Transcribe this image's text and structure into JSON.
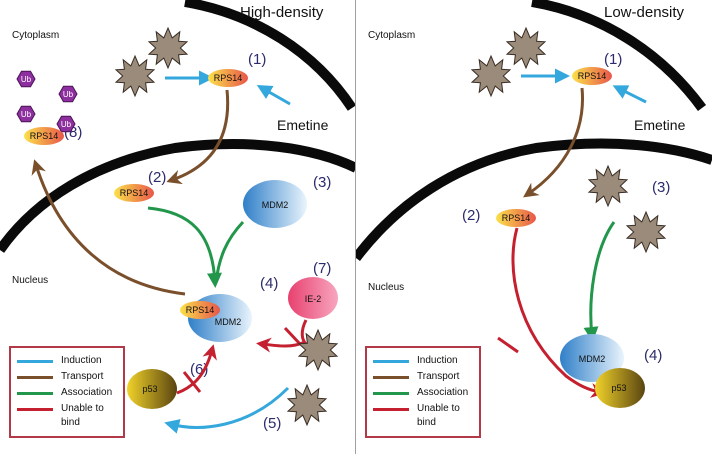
{
  "colors": {
    "induction": "#34a7dc",
    "transport": "#7a4f2b",
    "association": "#22964a",
    "unable": "#c42030",
    "legend_border": "#b23a48",
    "membrane": "#0a0a0a"
  },
  "legend": [
    {
      "label": "Induction",
      "color": "#34a7dc"
    },
    {
      "label": "Transport",
      "color": "#7a4f2b"
    },
    {
      "label": "Association",
      "color": "#22964a"
    },
    {
      "label": "Unable to bind",
      "color": "#c42030"
    }
  ],
  "left": {
    "title": "High-density",
    "cytoplasm": "Cytoplasm",
    "nucleus": "Nucleus",
    "drug": "Emetine",
    "proteins": {
      "rps14": "RPS14",
      "mdm2": "MDM2",
      "ie2": "IE-2",
      "p53": "p53",
      "ub": "Ub"
    },
    "steps": [
      "(1)",
      "(2)",
      "(3)",
      "(4)",
      "(5)",
      "(6)",
      "(7)",
      "(8)"
    ]
  },
  "right": {
    "title": "Low-density",
    "cytoplasm": "Cytoplasm",
    "nucleus": "Nucleus",
    "drug": "Emetine",
    "proteins": {
      "rps14": "RPS14",
      "mdm2": "MDM2",
      "p53": "p53"
    },
    "steps": [
      "(1)",
      "(2)",
      "(3)",
      "(4)"
    ]
  }
}
